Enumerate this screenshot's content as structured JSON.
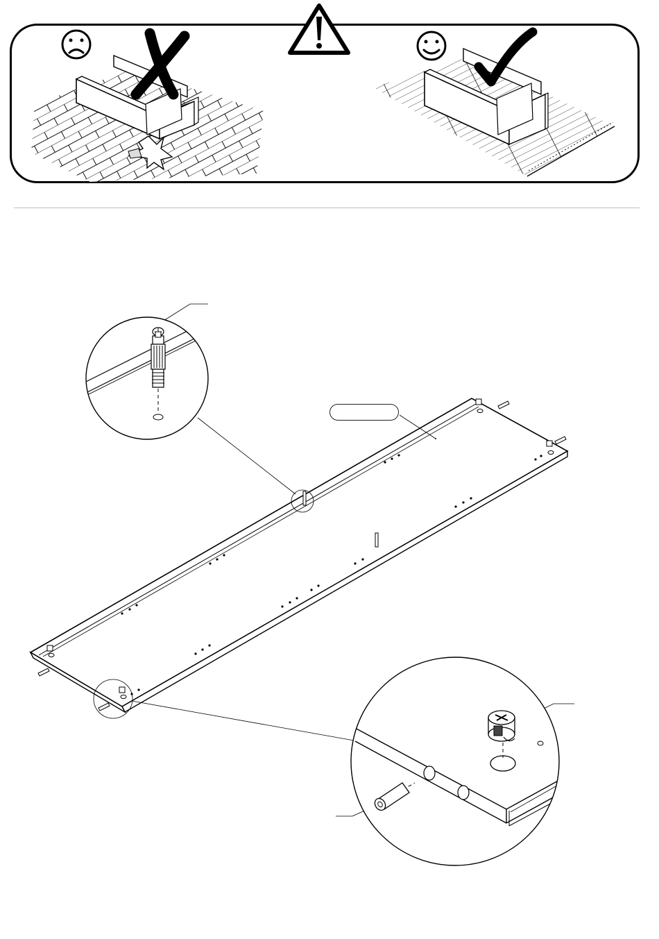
{
  "warning": {
    "alert_icon": "exclamation-triangle-icon",
    "wrong_icons": [
      "sad-face-icon",
      "cross-mark-icon"
    ],
    "right_icons": [
      "smiley-face-icon",
      "check-mark-icon"
    ]
  },
  "assembly": {
    "panel_label": "",
    "fittings": [
      "cam-bolt",
      "wooden-dowel",
      "cam-lock-nut"
    ]
  },
  "colors": {
    "line": "#000000",
    "divider": "#bfbfbf",
    "paper": "#ffffff"
  }
}
